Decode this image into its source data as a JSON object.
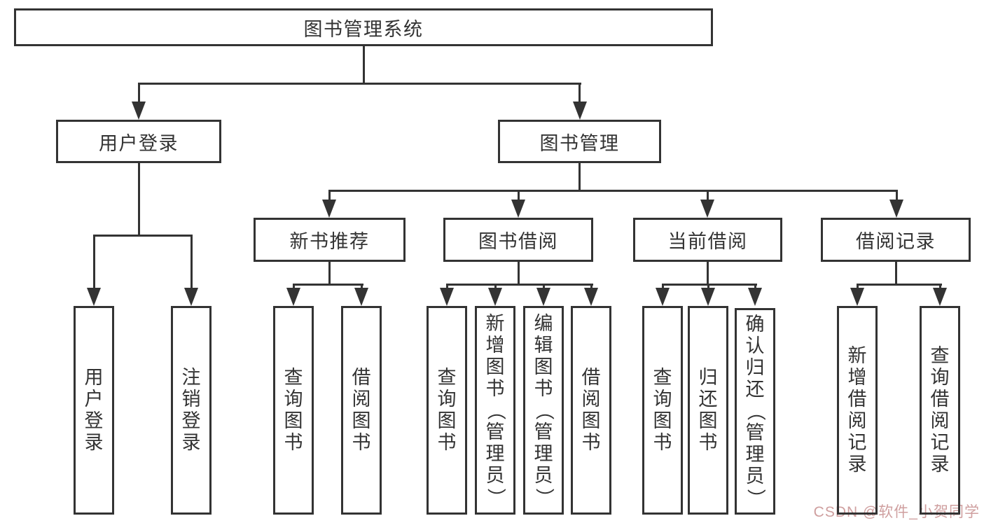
{
  "colors": {
    "line": "#333333",
    "text": "#333333",
    "background": "#ffffff",
    "watermark": "#cf9f9f"
  },
  "nodes": {
    "root": {
      "label": "图书管理系统"
    },
    "level2": [
      {
        "label": "用户登录"
      },
      {
        "label": "图书管理"
      }
    ],
    "level3": [
      {
        "label": "新书推荐"
      },
      {
        "label": "图书借阅"
      },
      {
        "label": "当前借阅"
      },
      {
        "label": "借阅记录"
      }
    ],
    "leaves": [
      {
        "label": "用户登录"
      },
      {
        "label": "注销登录"
      },
      {
        "label": "查询图书"
      },
      {
        "label": "借阅图书"
      },
      {
        "label": "查询图书"
      },
      {
        "label": "新增图书（管理员）"
      },
      {
        "label": "编辑图书（管理员）"
      },
      {
        "label": "借阅图书"
      },
      {
        "label": "查询图书"
      },
      {
        "label": "归还图书"
      },
      {
        "label": "确认归还（管理员）"
      },
      {
        "label": "新增借阅记录"
      },
      {
        "label": "查询借阅记录"
      }
    ]
  },
  "tree": {
    "图书管理系统": {
      "用户登录": [
        "用户登录",
        "注销登录"
      ],
      "图书管理": {
        "新书推荐": [
          "查询图书",
          "借阅图书"
        ],
        "图书借阅": [
          "查询图书",
          "新增图书（管理员）",
          "编辑图书（管理员）",
          "借阅图书"
        ],
        "当前借阅": [
          "查询图书",
          "归还图书",
          "确认归还（管理员）"
        ],
        "借阅记录": [
          "新增借阅记录",
          "查询借阅记录"
        ]
      }
    }
  },
  "watermark": {
    "text": "CSDN @软件_小贺同学"
  }
}
